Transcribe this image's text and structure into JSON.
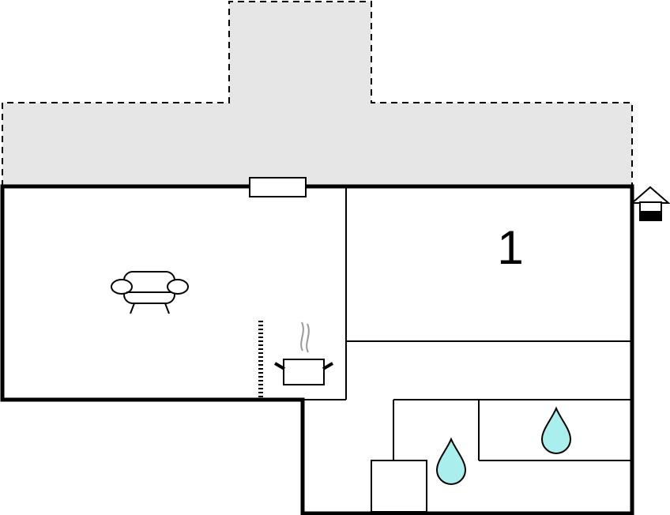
{
  "floorplan": {
    "rooms": [
      {
        "id": "living-kitchen",
        "icons": [
          "sofa-icon",
          "cooking-pot-icon"
        ]
      },
      {
        "id": "bedroom",
        "label": "1"
      },
      {
        "id": "hallway"
      },
      {
        "id": "bathroom-1",
        "icons": [
          "water-drop-icon"
        ]
      },
      {
        "id": "bathroom-2",
        "icons": [
          "water-drop-icon"
        ]
      }
    ],
    "terrace": {
      "style": "dashed-outline"
    },
    "entrance": {
      "icon": "house-entrance-icon"
    }
  },
  "colors": {
    "terrace_fill": "#e6e6e6",
    "wall": "#000000",
    "water_drop": "#aaeeee",
    "steam": "#999999"
  }
}
